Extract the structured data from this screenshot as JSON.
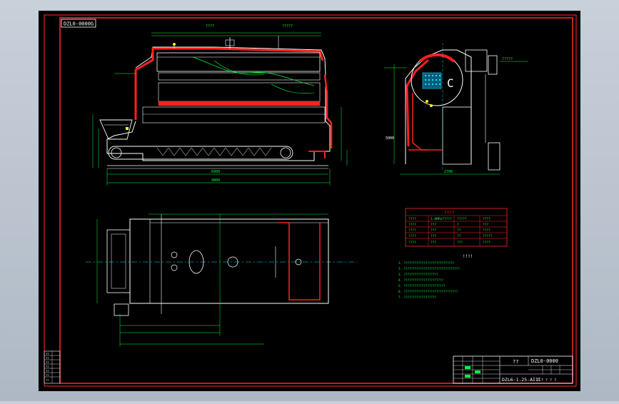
{
  "colors": {
    "background": "#000000",
    "frame": "#ff2a2a",
    "outline": "#ffffff",
    "dimension": "#00ff40",
    "centerline": "#00e5ff",
    "yellow": "#ffff00",
    "refractory": "#ff2020"
  },
  "drawing": {
    "stamp": "DZL0-0000G",
    "left_view_top_notes": [
      "????",
      "?????"
    ],
    "overall_dim_1": "6900",
    "overall_dim_2": "9800",
    "side_letter": "C",
    "side_note": "?????",
    "side_left_dim": "5000",
    "side_bottom_dim": "2700"
  },
  "table": {
    "title": "????",
    "rows": [
      [
        "????",
        "1.0MPa?????",
        "?????",
        "????"
      ],
      [
        "????",
        "???",
        "?",
        "???"
      ],
      [
        "????",
        "???",
        "??",
        "????"
      ],
      [
        "????",
        "???",
        "??",
        "?????"
      ],
      [
        "????",
        "???",
        "???",
        "????"
      ]
    ]
  },
  "notes": {
    "title": "!!!!",
    "lines": [
      "1. ????????????????????????????",
      "2. ???????????????????????????????",
      "3. ???????????????????",
      "4. ??????????????????????",
      "5. ???????????????????????",
      "6. ??????????????????????????????",
      "7. ??????????????????"
    ]
  },
  "title_block": {
    "name": "??",
    "code": "DZL0-0000",
    "drawing_no": "DZL6-1.25-AIII",
    "bottom_marks": "? ? ? ? ?"
  },
  "revision_block": {
    "rows": [
      "??",
      "??",
      "??",
      "??",
      "??",
      "??",
      "??"
    ]
  }
}
